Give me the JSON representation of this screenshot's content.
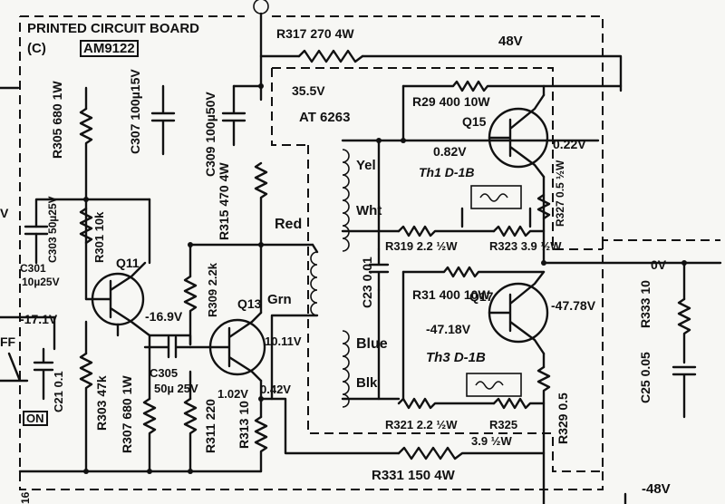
{
  "diagram": {
    "board": {
      "title": "PRINTED CIRCUIT BOARD",
      "section": "(C)",
      "part_no": "AM9122"
    },
    "transformer": {
      "model": "AT 6263"
    },
    "wire_colors": [
      "Red",
      "Grn",
      "Yel",
      "Wht",
      "Blue",
      "Blk"
    ],
    "rails": {
      "pos": "48V",
      "neg": "-48V",
      "gnd": "0V",
      "node_355": "35.5V"
    },
    "components": [
      {
        "ref": "R317",
        "value": "270 4W"
      },
      {
        "ref": "R305",
        "value": "680 1W"
      },
      {
        "ref": "C307",
        "value": "100µ15V"
      },
      {
        "ref": "C309",
        "value": "100µ50V"
      },
      {
        "ref": "R315",
        "value": "470 4W"
      },
      {
        "ref": "R29",
        "value": "400 10W"
      },
      {
        "ref": "Q15",
        "value": ""
      },
      {
        "ref": "Th1",
        "value": "D-1B"
      },
      {
        "ref": "R327",
        "value": "0.5 ½W"
      },
      {
        "ref": "C303",
        "value": "50µ25V"
      },
      {
        "ref": "R301",
        "value": "10k"
      },
      {
        "ref": "Q11",
        "value": ""
      },
      {
        "ref": "C301",
        "value": "10µ25V"
      },
      {
        "ref": "R309",
        "value": "2.2k"
      },
      {
        "ref": "Q13",
        "value": ""
      },
      {
        "ref": "R319",
        "value": "2.2 ½W"
      },
      {
        "ref": "R323",
        "value": "3.9 ½W"
      },
      {
        "ref": "C23",
        "value": "0.01"
      },
      {
        "ref": "R31",
        "value": "400 10W"
      },
      {
        "ref": "Q17",
        "value": ""
      },
      {
        "ref": "Th3",
        "value": "D-1B"
      },
      {
        "ref": "R329",
        "value": "0.5"
      },
      {
        "ref": "R333",
        "value": "10"
      },
      {
        "ref": "C25",
        "value": "0.05"
      },
      {
        "ref": "C21",
        "value": "0.1"
      },
      {
        "ref": "R303",
        "value": "47k"
      },
      {
        "ref": "R307",
        "value": "680 1W"
      },
      {
        "ref": "C305",
        "value": "50µ 25V"
      },
      {
        "ref": "R311",
        "value": "220"
      },
      {
        "ref": "R313",
        "value": "10"
      },
      {
        "ref": "R321",
        "value": "2.2 ½W"
      },
      {
        "ref": "R325",
        "value": "3.9 ½W"
      },
      {
        "ref": "R331",
        "value": "150 4W"
      }
    ],
    "voltages": [
      "0.82V",
      "0.22V",
      "-16.9V",
      "-17.1V",
      "10.11V",
      "1.02V",
      "0.42V",
      "-47.18V",
      "-47.78V"
    ],
    "switch": {
      "on": "ON",
      "off": "FF"
    },
    "edge": {
      "left_v": "V",
      "bottom_num": "16"
    }
  }
}
